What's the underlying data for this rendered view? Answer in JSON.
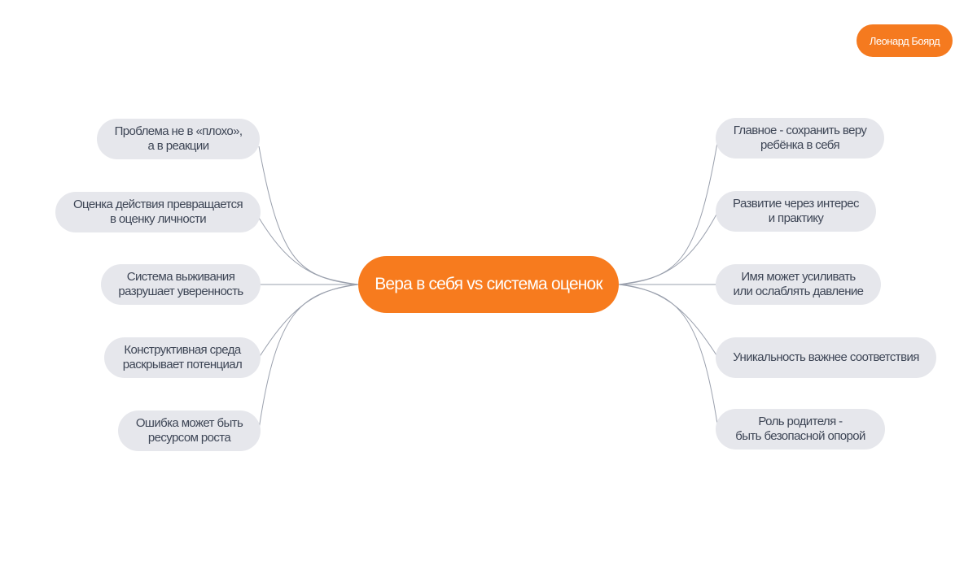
{
  "author": "Леонард Боярд",
  "center": "Вера в себя vs система оценок",
  "left_nodes": [
    {
      "line1": "Проблема не в «плохо»,",
      "line2": "а в реакции"
    },
    {
      "line1": "Оценка действия превращается",
      "line2": "в оценку личности"
    },
    {
      "line1": "Система выживания",
      "line2": "разрушает уверенность"
    },
    {
      "line1": "Конструктивная среда",
      "line2": "раскрывает потенциал"
    },
    {
      "line1": "Ошибка может быть",
      "line2": "ресурсом роста"
    }
  ],
  "right_nodes": [
    {
      "line1": "Главное - сохранить веру",
      "line2": "ребёнка в себя"
    },
    {
      "line1": "Развитие через интерес",
      "line2": "и практику"
    },
    {
      "line1": "Имя может усиливать",
      "line2": "или ослаблять давление"
    },
    {
      "line1": "Уникальность важнее соответствия",
      "line2": ""
    },
    {
      "line1": "Роль родителя -",
      "line2": "быть безопасной опорой"
    }
  ],
  "colors": {
    "accent": "#f77b1e",
    "node_fill": "#e6e7ec",
    "node_text": "#3e4656",
    "connector": "#9aa0ad"
  }
}
